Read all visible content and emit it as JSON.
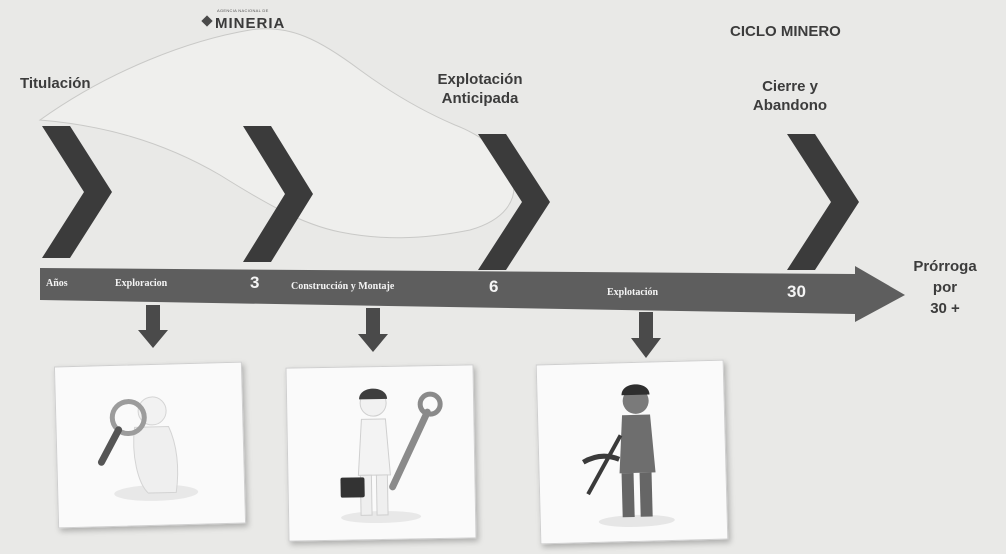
{
  "logo": {
    "tiny": "AGENCIA NACIONAL DE",
    "word": "MINERIA"
  },
  "title": "CICLO MINERO",
  "stages": {
    "titulacion": "Titulación",
    "explotacion_anticipada": [
      "Explotación",
      "Anticipada"
    ],
    "cierre": [
      "Cierre y",
      "Abandono"
    ]
  },
  "timeline": {
    "anos": "Años",
    "exploracion": "Exploracion",
    "year_3": "3",
    "construccion": "Construcción y Montaje",
    "year_6": "6",
    "explotacion": "Explotación",
    "year_30": "30"
  },
  "prorroga": [
    "Prórroga",
    "por",
    "30 +"
  ],
  "colors": {
    "arrow": "#5e5e5e",
    "chevron": "#3b3b3b",
    "text": "#3c3c3c"
  },
  "icons": [
    "magnifier-figure-icon",
    "worker-with-wrench-icon",
    "miner-with-pickaxe-icon"
  ]
}
